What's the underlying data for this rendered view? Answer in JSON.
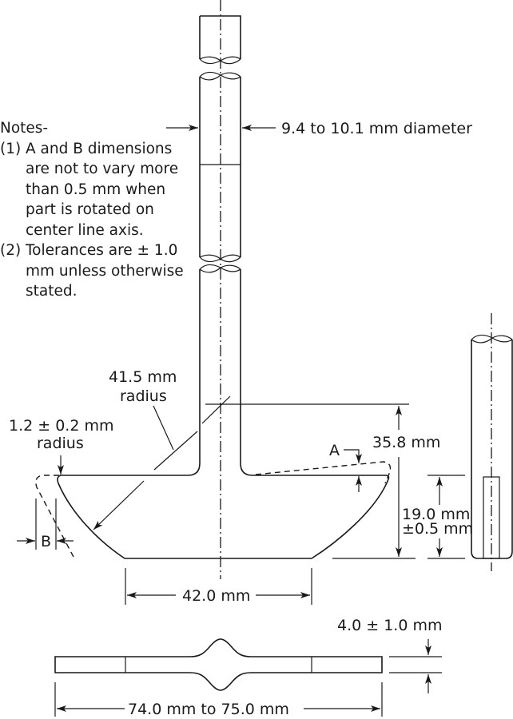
{
  "notes": {
    "heading": "Notes-",
    "items": [
      {
        "number": "(1)",
        "text": "A and B dimensions are not to vary more than 0.5 mm when part is rotated on center line axis."
      },
      {
        "number": "(2)",
        "text": "Tolerances are ± 1.0 mm unless otherwise stated."
      }
    ]
  },
  "dimensions": {
    "shaft_diameter": "9.4 to 10.1 mm diameter",
    "blade_radius_value": "41.5 mm",
    "blade_radius_word": "radius",
    "edge_radius_value": "1.2 ± 0.2 mm",
    "edge_radius_word": "radius",
    "label_a": "A",
    "label_b": "B",
    "overall_height": "35.8 mm",
    "blade_height_value": "19.0 mm",
    "blade_height_tol": "±0.5 mm",
    "bottom_width": "42.0 mm",
    "thickness": "4.0 ± 1.0 mm",
    "overall_length": "74.0 mm to 75.0 mm"
  }
}
